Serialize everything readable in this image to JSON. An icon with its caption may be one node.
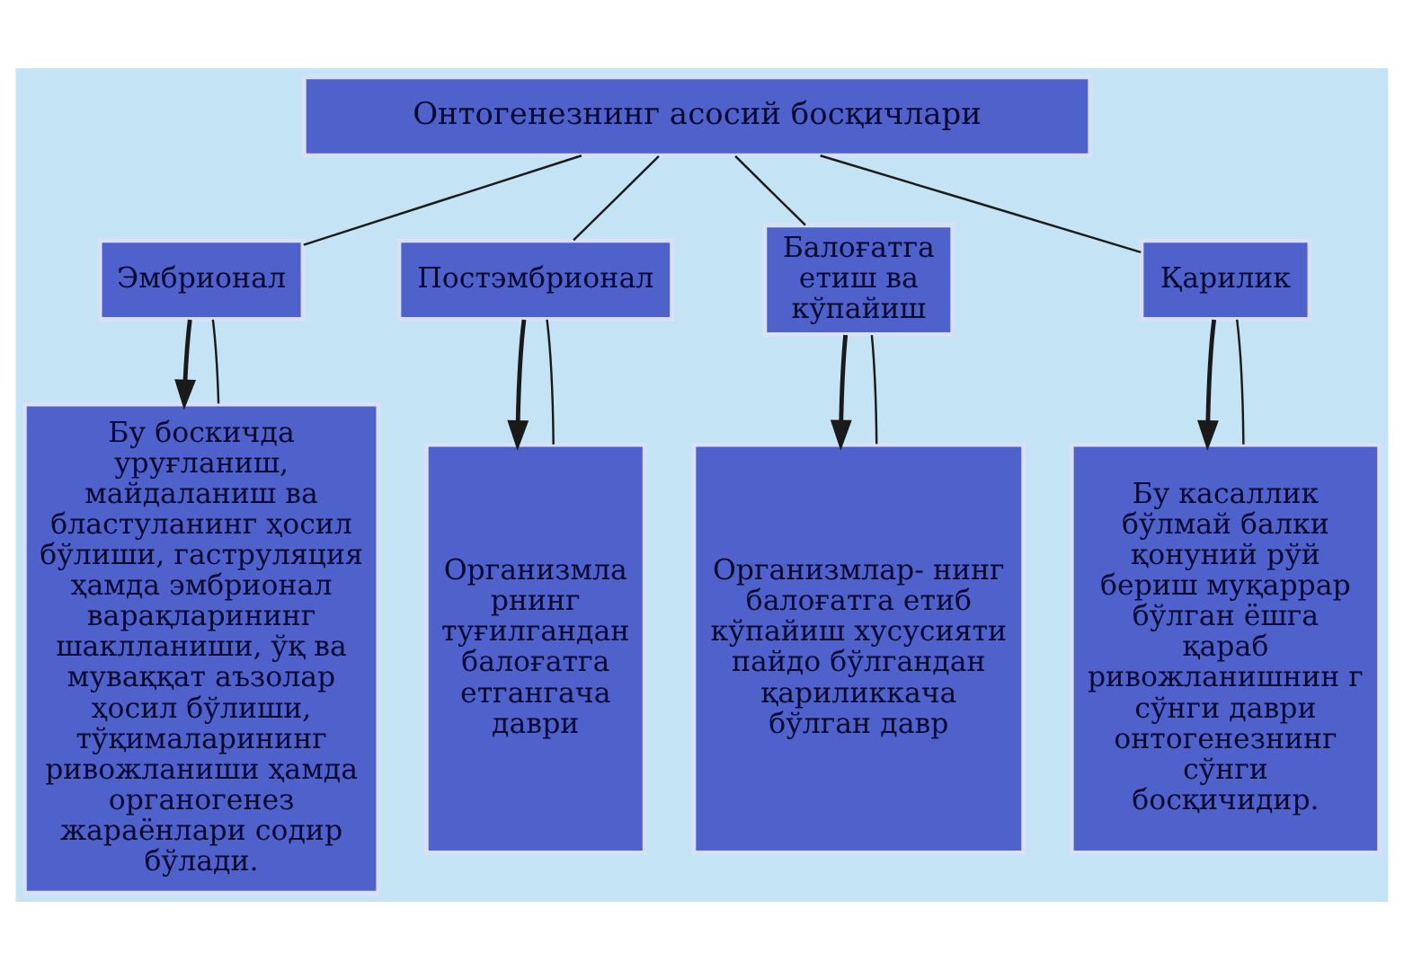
{
  "diagram": {
    "nodes": [
      {
        "text": [
          "Онтогенезнинг асосий босқичлари"
        ]
      },
      {
        "text": [
          "Эмбрионал"
        ]
      },
      {
        "text": [
          "Постэмбрионал"
        ]
      },
      {
        "text": [
          "Балоғатга етиш ва кўпайиш"
        ]
      },
      {
        "text": [
          "Қарилик"
        ]
      },
      {
        "text": [
          "Бу боскичда уруғланиш, майдаланиш ва бластуланинг ҳосил бўлиши, гаструляция ҳамда эмбрионал варақларининг шаклланиши, ўқ ва муваққат аъзолар ҳосил бўлиши, тўқималарининг ривожланиши ҳамда органогенез жараёнлари содир бўлади."
        ]
      },
      {
        "text": [
          "Организмла рнинг туғилгандан балоғатга етгангача даври"
        ]
      },
      {
        "text": [
          "Организмлар- нинг балоғатга етиб кўпайиш хусусияти пайдо бўлгандан қариликкача бўлган давр"
        ]
      },
      {
        "text": [
          "Бу касаллик бўлмай балки қонуний рўй бериш муқаррар бўлган ёшга қараб ривожланишнин г сўнги даври онтогенезнинг сўнги босқичидир."
        ]
      }
    ],
    "edges": [
      {
        "from": 0,
        "to": 1,
        "arrow": "none"
      },
      {
        "from": 0,
        "to": 2,
        "arrow": "none"
      },
      {
        "from": 0,
        "to": 3,
        "arrow": "none"
      },
      {
        "from": 0,
        "to": 4,
        "arrow": "none"
      },
      {
        "from": 1,
        "to": 5,
        "arrow": "to"
      },
      {
        "from": 2,
        "to": 6,
        "arrow": "to"
      },
      {
        "from": 3,
        "to": 7,
        "arrow": "to"
      },
      {
        "from": 4,
        "to": 8,
        "arrow": "to"
      },
      {
        "from": 1,
        "to": 5,
        "arrow": "none"
      },
      {
        "from": 2,
        "to": 6,
        "arrow": "none"
      },
      {
        "from": 3,
        "to": 7,
        "arrow": "none"
      },
      {
        "from": 4,
        "to": 8,
        "arrow": "none"
      }
    ]
  }
}
